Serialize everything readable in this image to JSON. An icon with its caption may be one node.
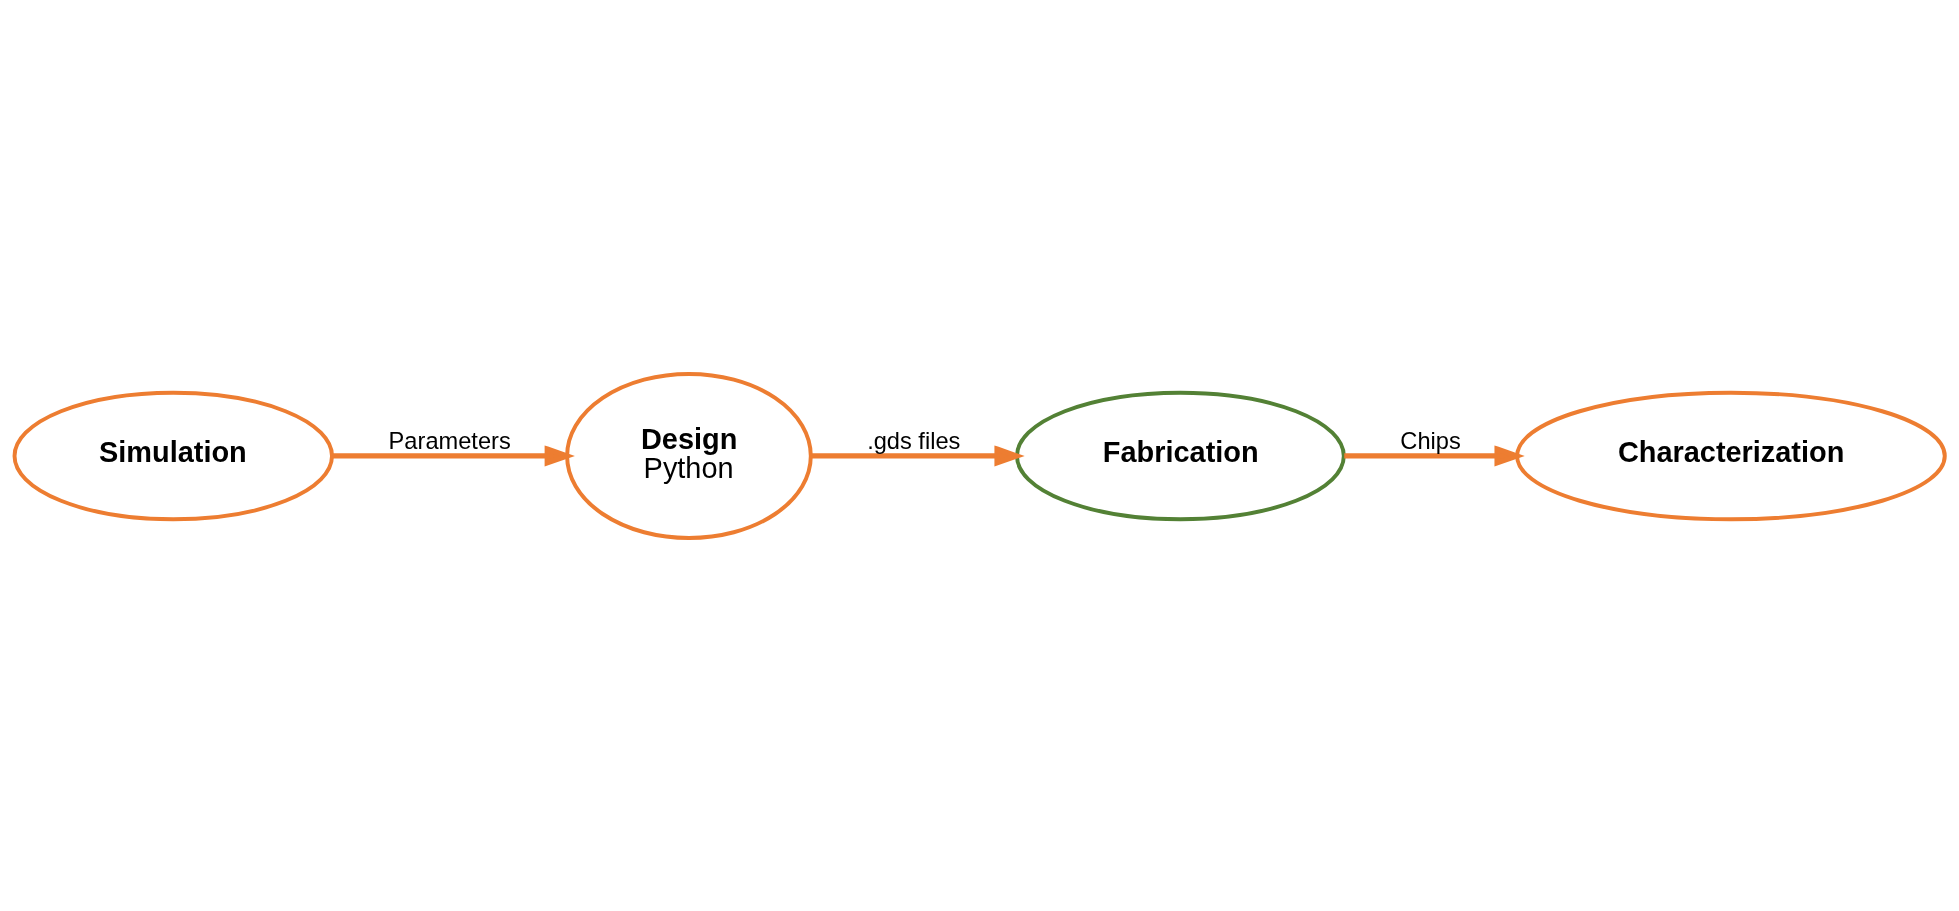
{
  "diagram": {
    "nodes": [
      {
        "text": [
          "Simulation"
        ]
      },
      {
        "text": [
          "Design",
          "Python"
        ]
      },
      {
        "text": [
          "Fabrication"
        ]
      },
      {
        "text": [
          "Characterization"
        ]
      }
    ],
    "edges": [
      {
        "from": 0,
        "to": 1,
        "arrow": "to",
        "label": "Parameters"
      },
      {
        "from": 1,
        "to": 2,
        "arrow": "to",
        "label": ".gds files"
      },
      {
        "from": 2,
        "to": 3,
        "arrow": "to",
        "label": "Chips"
      }
    ]
  }
}
